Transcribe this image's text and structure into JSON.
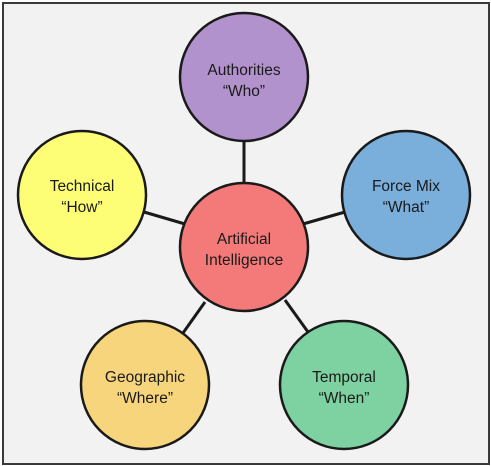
{
  "diagram": {
    "center": {
      "line1": "Artificial",
      "line2": "Intelligence",
      "color": "#f47a7a"
    },
    "nodes": [
      {
        "id": "authorities",
        "line1": "Authorities",
        "line2": "“Who”",
        "color": "#b292cc"
      },
      {
        "id": "force-mix",
        "line1": "Force Mix",
        "line2": "“What”",
        "color": "#7aaedb"
      },
      {
        "id": "temporal",
        "line1": "Temporal",
        "line2": "“When”",
        "color": "#7ed1a0"
      },
      {
        "id": "geographic",
        "line1": "Geographic",
        "line2": "“Where”",
        "color": "#f7d57d"
      },
      {
        "id": "technical",
        "line1": "Technical",
        "line2": "“How”",
        "color": "#fdfd76"
      }
    ]
  }
}
